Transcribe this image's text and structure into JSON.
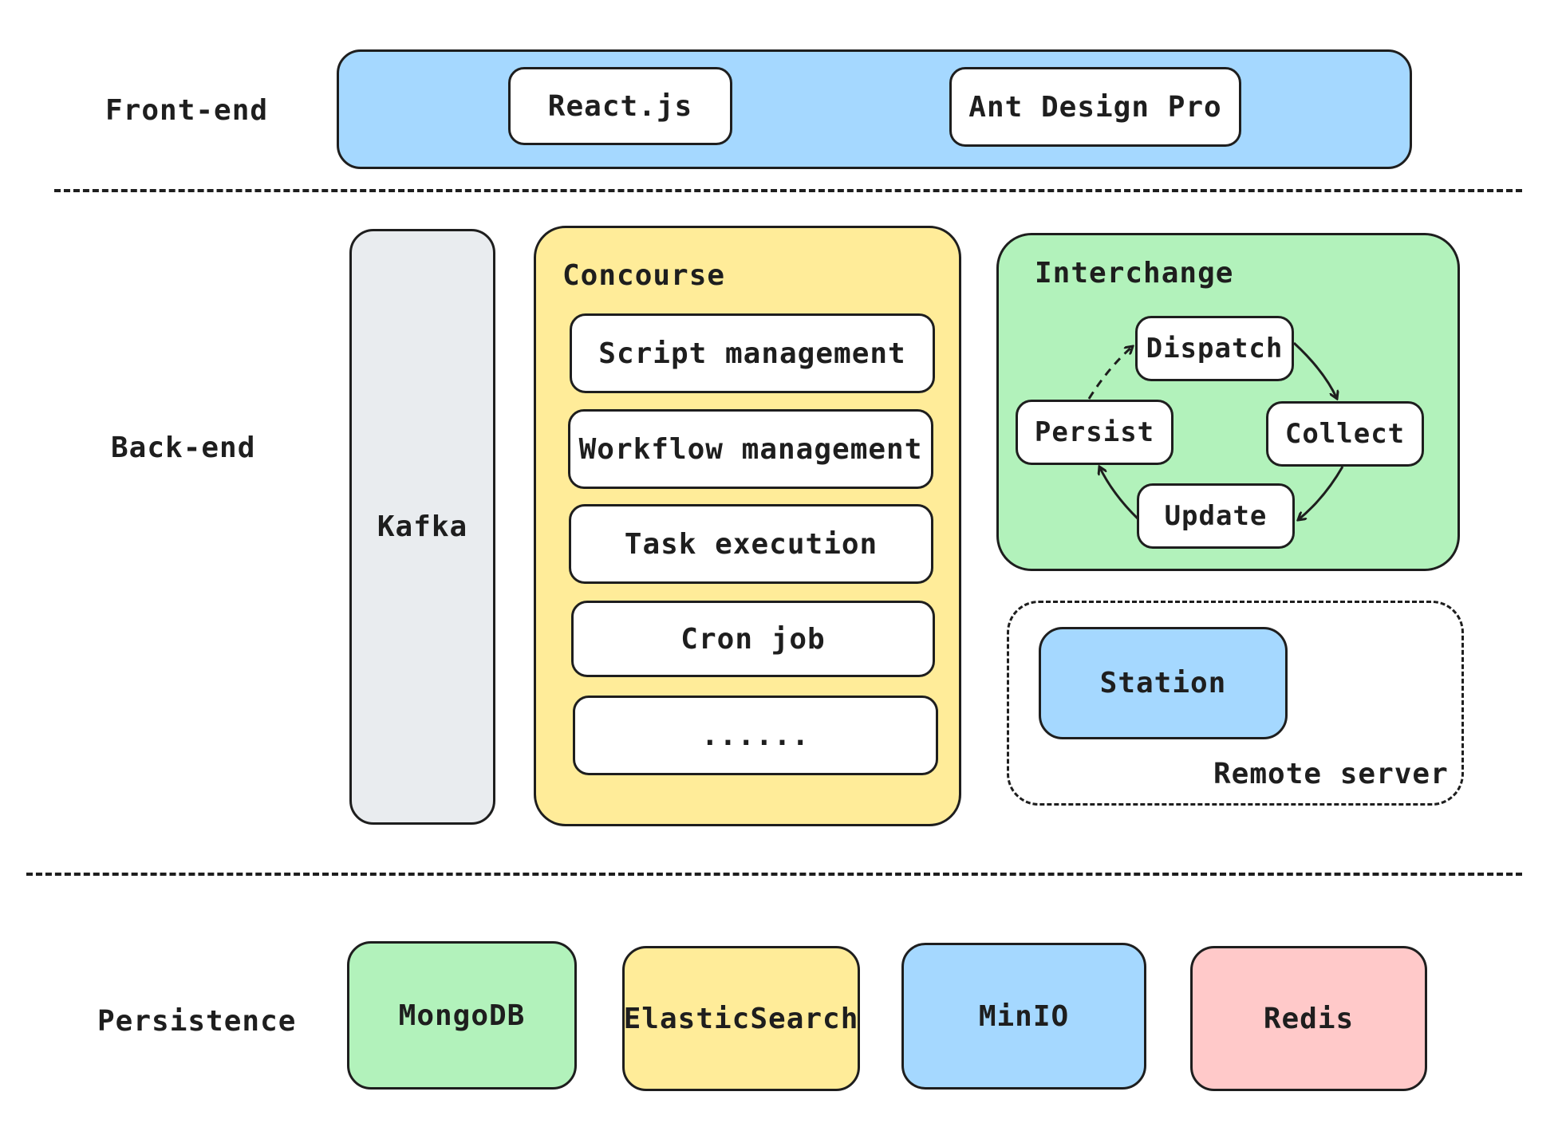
{
  "layers": {
    "frontend": "Front-end",
    "backend": "Back-end",
    "persistence": "Persistence"
  },
  "frontend": {
    "react": "React.js",
    "antd": "Ant Design Pro"
  },
  "backend": {
    "kafka": "Kafka",
    "concourse": {
      "title": "Concourse",
      "items": [
        "Script management",
        "Workflow management",
        "Task execution",
        "Cron job",
        "......"
      ]
    },
    "interchange": {
      "title": "Interchange",
      "dispatch": "Dispatch",
      "collect": "Collect",
      "update": "Update",
      "persist": "Persist"
    },
    "remote": {
      "station": "Station",
      "title": "Remote server"
    }
  },
  "persistence": {
    "mongodb": "MongoDB",
    "elasticsearch": "ElasticSearch",
    "minio": "MinIO",
    "redis": "Redis"
  },
  "colors": {
    "blue": "#a5d8ff",
    "yellow": "#ffec99",
    "green": "#b2f2bb",
    "gray": "#e9ecef",
    "pink": "#ffc9c9",
    "stroke": "#1e1e1e"
  }
}
